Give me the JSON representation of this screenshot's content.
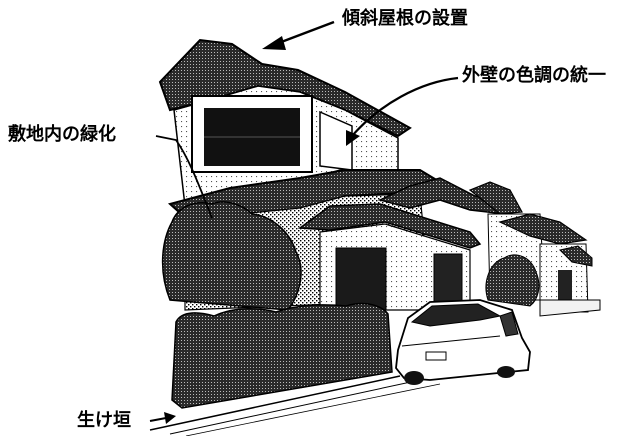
{
  "labels": {
    "roof": "傾斜屋根の設置",
    "wall": "外壁の色調の統一",
    "greenery": "敷地内の緑化",
    "hedge": "生け垣"
  },
  "colors": {
    "ink": "#000000",
    "wall": "#e6e6e6",
    "roof": "#4a4a4a",
    "foliage": "#3a3a3a",
    "background": "#ffffff"
  }
}
